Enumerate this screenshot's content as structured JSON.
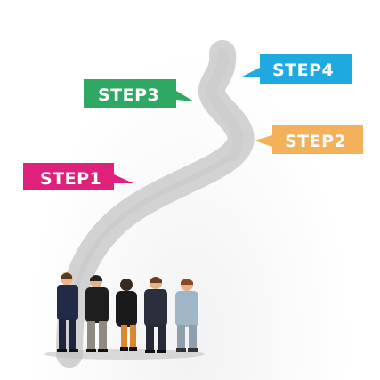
{
  "labels": {
    "step1": "STEP1",
    "step2": "STEP2",
    "step3": "STEP3",
    "step4": "STEP4"
  },
  "colors": {
    "step1": "#e0217b",
    "step2": "#f4b15c",
    "step3": "#2fa863",
    "step4": "#1ea9e1",
    "road": "#cfcfcf"
  }
}
